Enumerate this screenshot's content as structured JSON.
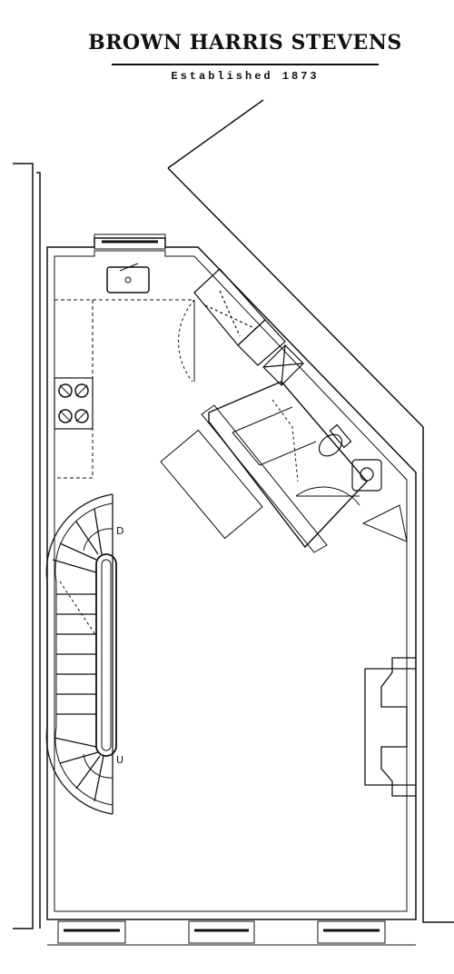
{
  "header": {
    "brand": "BROWN HARRIS STEVENS",
    "tagline": "Established 1873"
  },
  "plan": {
    "stair_down_label": "D",
    "stair_up_label": "U"
  }
}
